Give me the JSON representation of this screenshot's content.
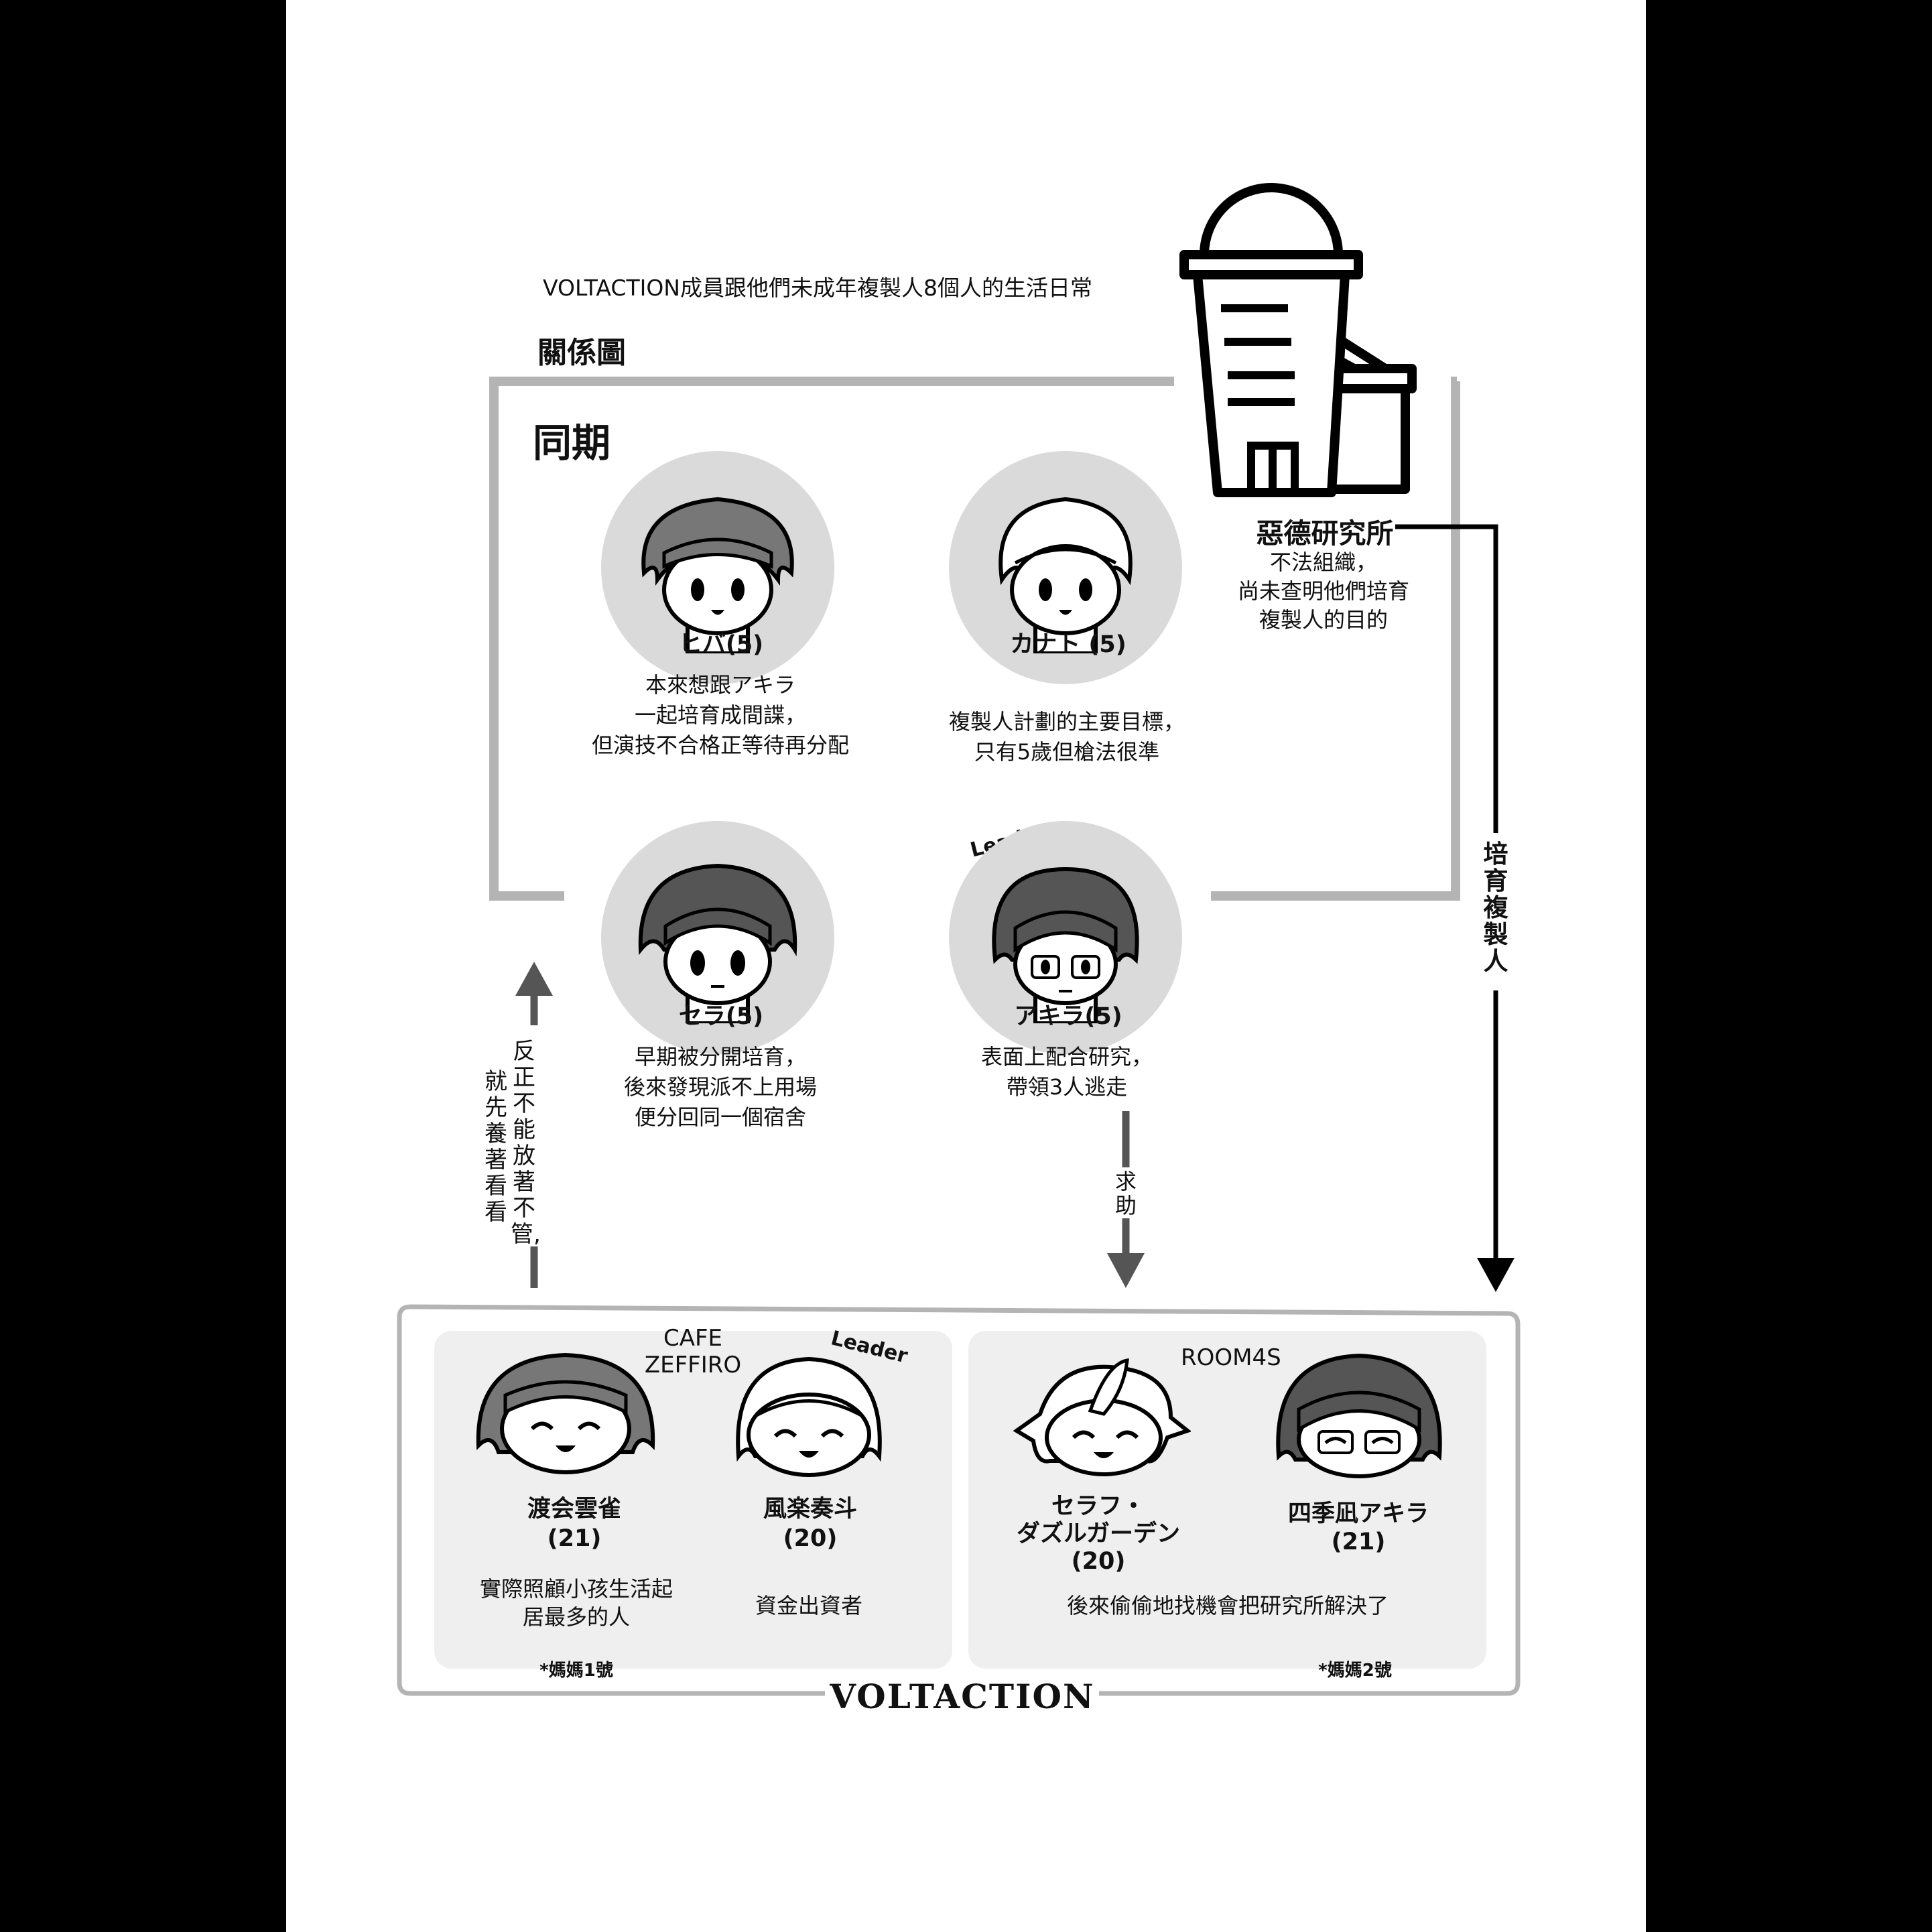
{
  "header": {
    "subtitle": "VOLTACTION成員跟他們未成年複製人8個人的生活日常",
    "diagram_title": "關係圖"
  },
  "doki_group": {
    "label": "同期",
    "members": [
      {
        "name": "ヒバ(5)",
        "lines": [
          "本來想跟アキラ",
          "一起培育成間諜，",
          "但演技不合格正等待再分配"
        ]
      },
      {
        "name": "カナト (5)",
        "lines": [
          "複製人計劃的主要目標，",
          "只有5歲但槍法很準"
        ]
      },
      {
        "name": "セラ(5)",
        "lines": [
          "早期被分開培育，",
          "後來發現派不上用場",
          "便分回同一個宿舍"
        ]
      },
      {
        "name": "アキラ(5)",
        "badge": "Leader",
        "lines": [
          "表面上配合研究，",
          "帶領3人逃走"
        ]
      }
    ]
  },
  "lab": {
    "name": "惡德研究所",
    "lines": [
      "不法組織，",
      "尚未查明他們培育",
      "複製人的目的"
    ]
  },
  "arrows": {
    "raise_clones": "培育複製人",
    "ask_help": "求助",
    "left_line1": "反正不能放著不管,",
    "left_line2": "就先養著看看"
  },
  "voltaction": {
    "label": "VOLTACTION",
    "cafe": {
      "name_line1": "CAFE",
      "name_line2": "ZEFFIRO",
      "badge": "Leader",
      "members": [
        {
          "name": "渡会雲雀",
          "age": "(21)",
          "lines": [
            "實際照顧小孩生活起",
            "居最多的人"
          ]
        },
        {
          "name": "風楽奏斗",
          "age": "(20)",
          "lines": [
            "資金出資者"
          ]
        }
      ],
      "note": "*媽媽1號"
    },
    "room": {
      "name": "ROOM4S",
      "members": [
        {
          "name_line1": "セラフ・",
          "name_line2": "ダズルガーデン",
          "age": "(20)"
        },
        {
          "name_line1": "四季凪アキラ",
          "age": "(21)"
        }
      ],
      "desc": "後來偷偷地找機會把研究所解決了",
      "note": "*媽媽2號"
    }
  }
}
